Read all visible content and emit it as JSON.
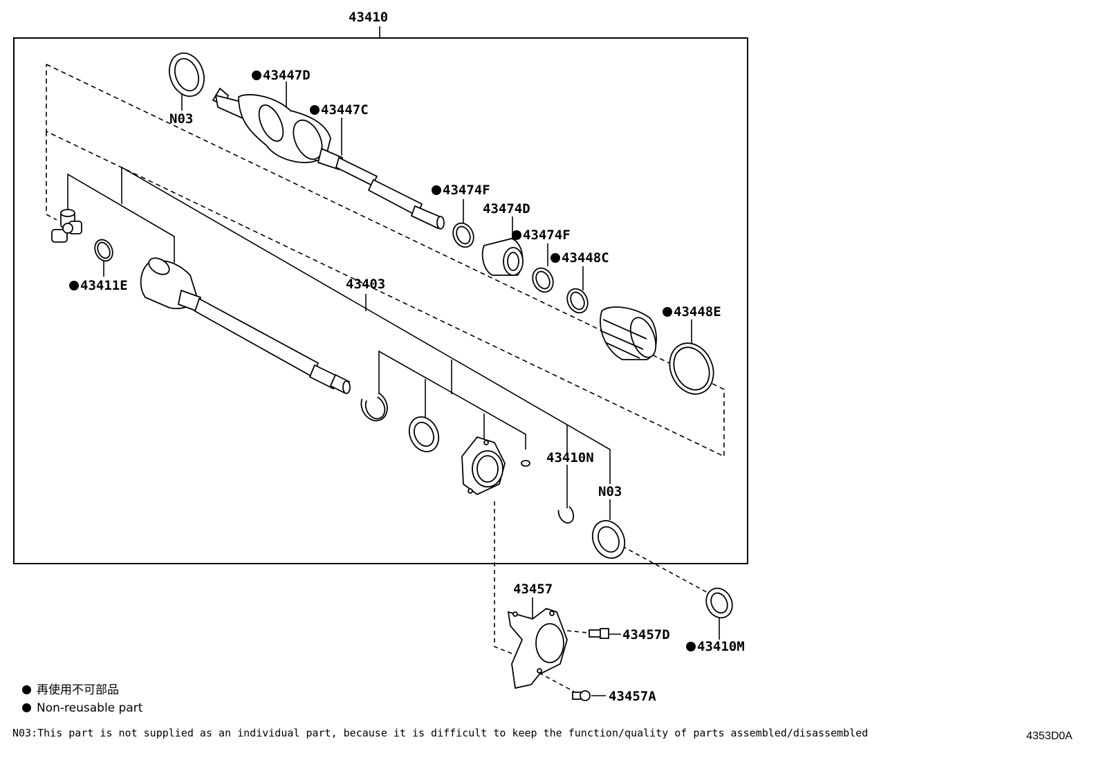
{
  "labels": {
    "assembly": "43410",
    "n03_top": "N03",
    "p43447D": "43447D",
    "p43447C": "43447C",
    "p43474F_a": "43474F",
    "p43474D": "43474D",
    "p43474F_b": "43474F",
    "p43448C": "43448C",
    "p43448E": "43448E",
    "p43411E": "43411E",
    "p43403": "43403",
    "p43410N": "43410N",
    "n03_bottom": "N03",
    "p43457": "43457",
    "p43457D": "43457D",
    "p43410M": "43410M",
    "p43457A": "43457A"
  },
  "legend": {
    "japanese": "再使用不可部品",
    "english": "Non-reusable part"
  },
  "footnote": "N03:This part is not supplied as an individual part, because it is difficult to keep the function/quality of parts assembled/disassembled",
  "drawing_code": "4353D0A",
  "colors": {
    "ink": "#000000",
    "paper": "#ffffff"
  }
}
